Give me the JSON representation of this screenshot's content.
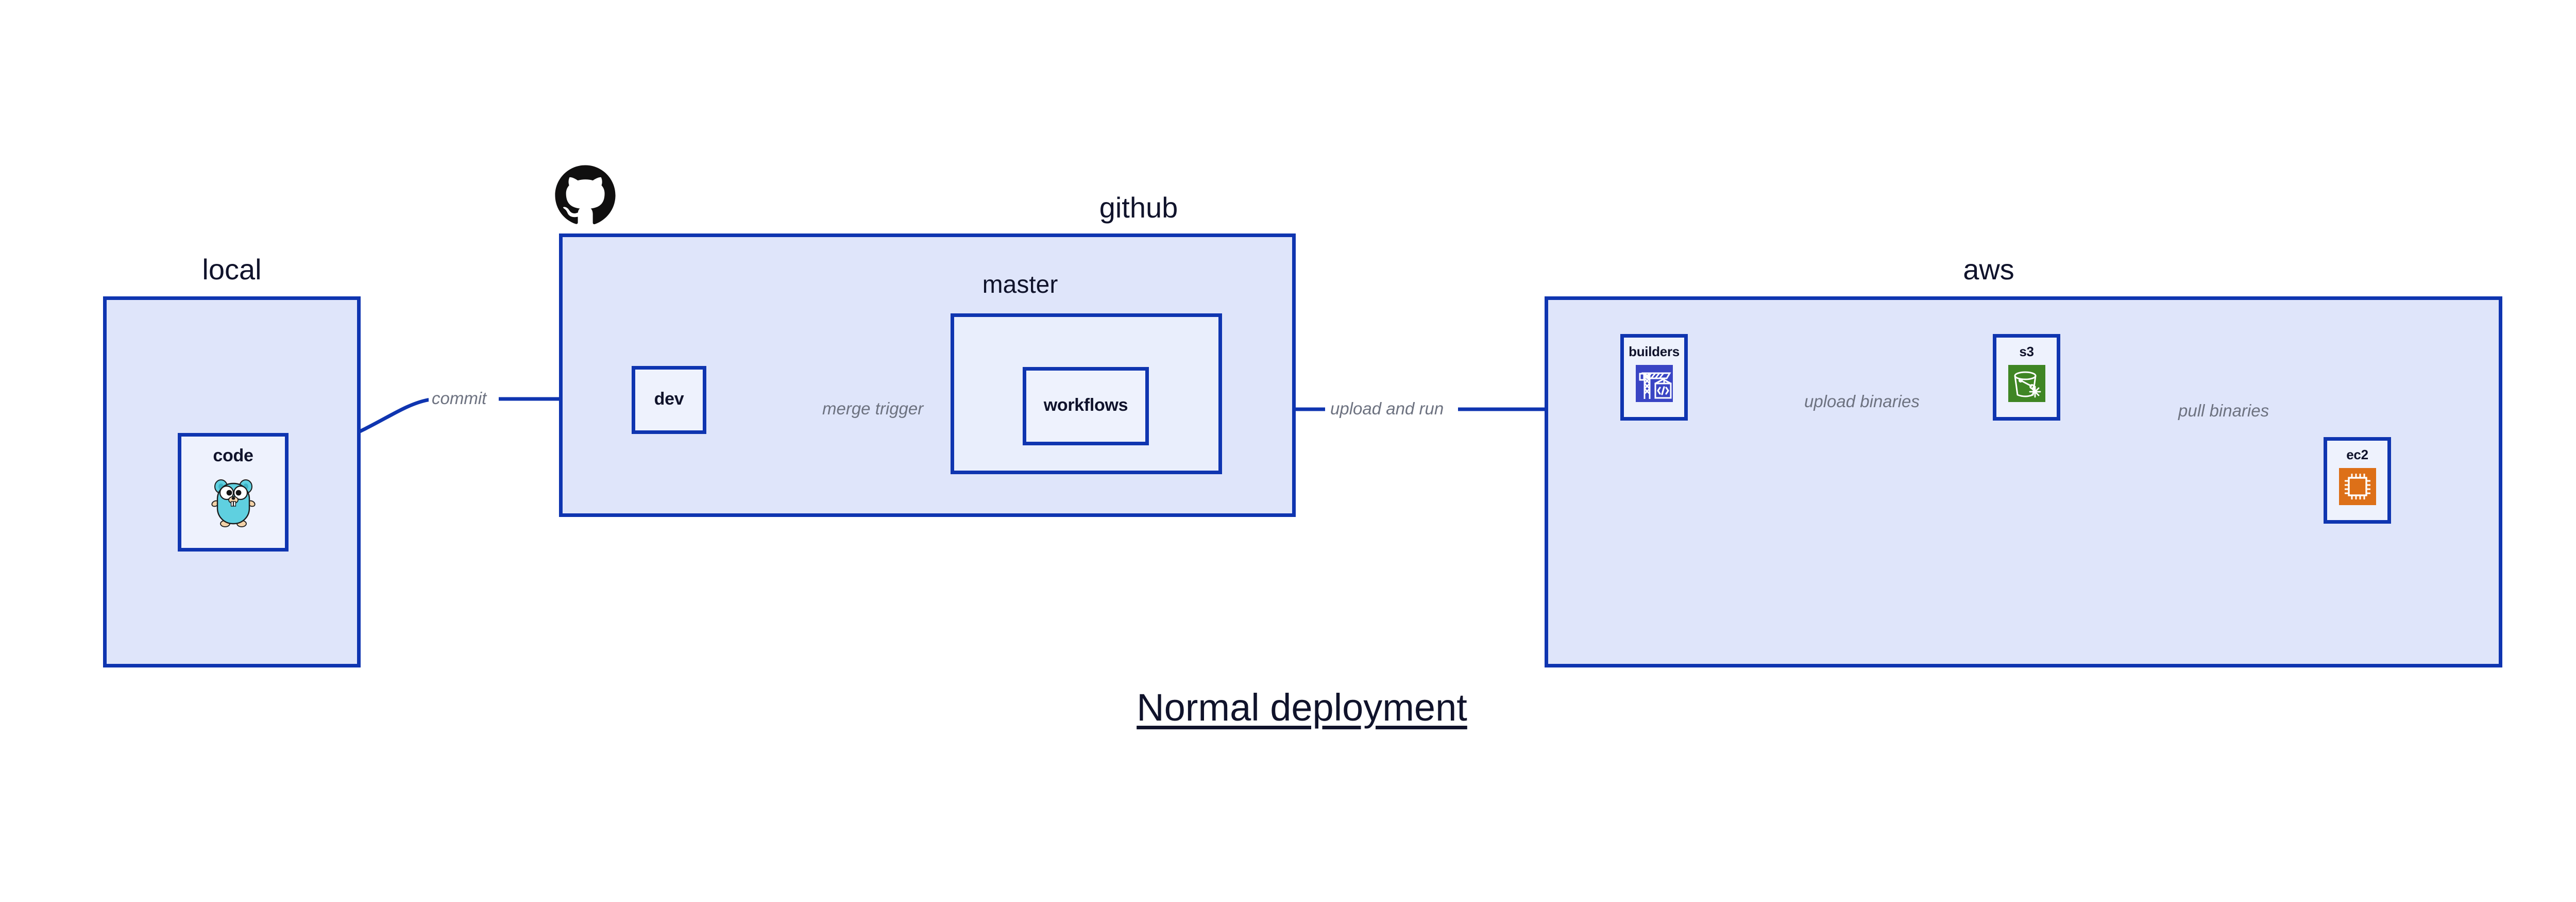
{
  "diagram": {
    "title": "Normal deployment",
    "accent_border": "#0f35b0",
    "group_fill": "#dfe5fa",
    "sub_fill": "#e9eefc",
    "node_fill": "#eef2fd",
    "label_color": "#10132b",
    "edge_label_color": "#6d7280"
  },
  "groups": {
    "local": {
      "label": "local",
      "nodes": {
        "code": {
          "label": "code",
          "icon": "go-gopher-icon"
        }
      }
    },
    "github": {
      "label": "github",
      "logo": "github-octocat-icon",
      "nodes": {
        "dev": {
          "label": "dev"
        }
      },
      "sub": {
        "master": {
          "label": "master",
          "nodes": {
            "workflows": {
              "label": "workflows"
            }
          }
        }
      }
    },
    "aws": {
      "label": "aws",
      "nodes": {
        "builders": {
          "label": "builders",
          "icon": "aws-builders-icon",
          "icon_color": "#3a45c4"
        },
        "s3": {
          "label": "s3",
          "icon": "aws-s3-bucket-icon",
          "icon_color": "#3f8624"
        },
        "ec2": {
          "label": "ec2",
          "icon": "aws-ec2-chip-icon",
          "icon_color": "#dd7018"
        }
      }
    }
  },
  "edges": [
    {
      "id": "commit",
      "label": "commit",
      "from": "code",
      "to": "dev"
    },
    {
      "id": "merge-trigger",
      "label": "merge trigger",
      "from": "dev",
      "to": "workflows"
    },
    {
      "id": "upload-and-run",
      "label": "upload and run",
      "from": "workflows",
      "to": "builders"
    },
    {
      "id": "upload-binaries",
      "label": "upload binaries",
      "from": "builders",
      "to": "s3"
    },
    {
      "id": "pull-binaries",
      "label": "pull binaries",
      "from": "s3",
      "to": "ec2"
    }
  ]
}
